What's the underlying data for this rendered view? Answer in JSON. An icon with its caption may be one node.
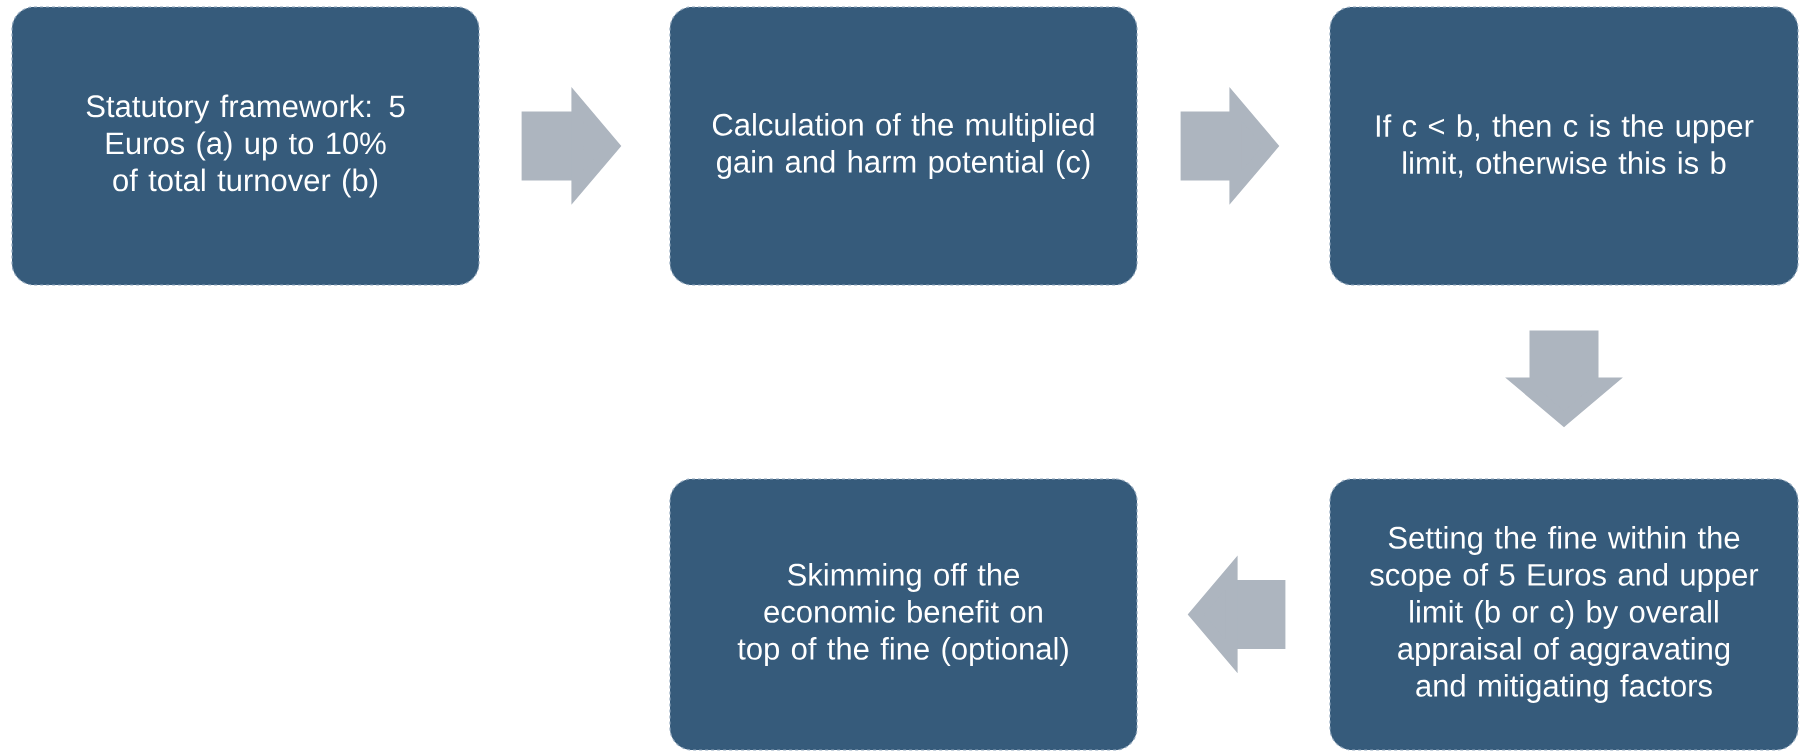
{
  "diagram": {
    "nodes": [
      {
        "text": [
          "Statutory framework: 5 Euros (a) up to 10% of total turnover (b)"
        ]
      },
      {
        "text": [
          "Calculation of the multiplied gain and harm potential (c)"
        ]
      },
      {
        "text": [
          "If c < b, then c is the upper limit, otherwise this is b"
        ]
      },
      {
        "text": [
          "Setting the fine within the scope of 5 Euros and upper limit (b or c) by overall appraisal of aggravating and mitigating factors"
        ]
      },
      {
        "text": [
          "Skimming off the economic benefit on top of the fine (optional)"
        ]
      }
    ],
    "edges": [
      {
        "from": 0,
        "to": 1,
        "arrow": "to"
      },
      {
        "from": 1,
        "to": 2,
        "arrow": "to"
      },
      {
        "from": 2,
        "to": 3,
        "arrow": "to"
      },
      {
        "from": 3,
        "to": 4,
        "arrow": "to"
      }
    ]
  }
}
